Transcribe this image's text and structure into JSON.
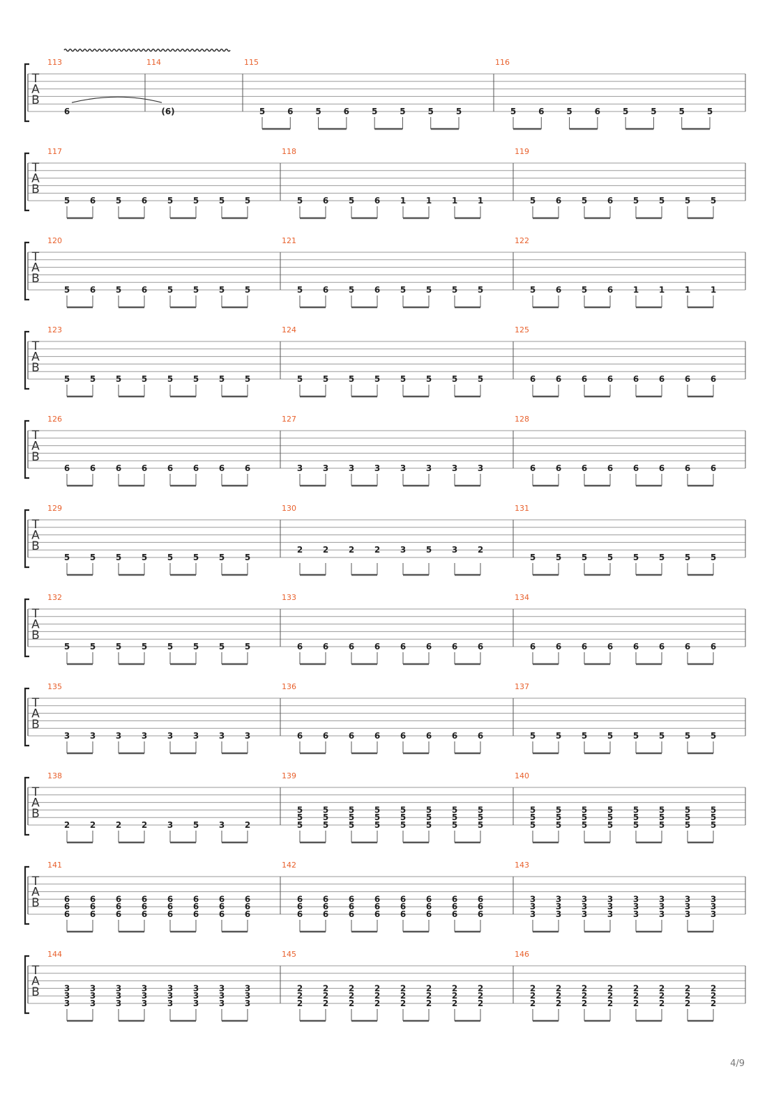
{
  "page": {
    "number": "4/9"
  },
  "colors": {
    "measure_number": "#e8602c",
    "staff_line": "#9a9a9a",
    "note": "#222222",
    "beam": "#555555"
  },
  "clef_letters": [
    "T",
    "A",
    "B"
  ],
  "systems": [
    {
      "measures": [
        {
          "number": "113",
          "tie_vibrato": true,
          "notes": [
            [
              "6"
            ]
          ]
        },
        {
          "number": "114",
          "notes": [
            [
              "(6)"
            ]
          ]
        },
        {
          "number": "115",
          "notes": [
            [
              "5"
            ],
            [
              "6"
            ],
            [
              "5"
            ],
            [
              "6"
            ],
            [
              "5"
            ],
            [
              "5"
            ],
            [
              "5"
            ],
            [
              "5"
            ]
          ]
        },
        {
          "number": "116",
          "notes": [
            [
              "5"
            ],
            [
              "6"
            ],
            [
              "5"
            ],
            [
              "6"
            ],
            [
              "5"
            ],
            [
              "5"
            ],
            [
              "5"
            ],
            [
              "5"
            ]
          ]
        }
      ]
    },
    {
      "measures": [
        {
          "number": "117",
          "notes": [
            [
              "5"
            ],
            [
              "6"
            ],
            [
              "5"
            ],
            [
              "6"
            ],
            [
              "5"
            ],
            [
              "5"
            ],
            [
              "5"
            ],
            [
              "5"
            ]
          ]
        },
        {
          "number": "118",
          "notes": [
            [
              "5"
            ],
            [
              "6"
            ],
            [
              "5"
            ],
            [
              "6"
            ],
            [
              "1"
            ],
            [
              "1"
            ],
            [
              "1"
            ],
            [
              "1"
            ]
          ]
        },
        {
          "number": "119",
          "notes": [
            [
              "5"
            ],
            [
              "6"
            ],
            [
              "5"
            ],
            [
              "6"
            ],
            [
              "5"
            ],
            [
              "5"
            ],
            [
              "5"
            ],
            [
              "5"
            ]
          ]
        }
      ]
    },
    {
      "measures": [
        {
          "number": "120",
          "notes": [
            [
              "5"
            ],
            [
              "6"
            ],
            [
              "5"
            ],
            [
              "6"
            ],
            [
              "5"
            ],
            [
              "5"
            ],
            [
              "5"
            ],
            [
              "5"
            ]
          ]
        },
        {
          "number": "121",
          "notes": [
            [
              "5"
            ],
            [
              "6"
            ],
            [
              "5"
            ],
            [
              "6"
            ],
            [
              "5"
            ],
            [
              "5"
            ],
            [
              "5"
            ],
            [
              "5"
            ]
          ]
        },
        {
          "number": "122",
          "notes": [
            [
              "5"
            ],
            [
              "6"
            ],
            [
              "5"
            ],
            [
              "6"
            ],
            [
              "1"
            ],
            [
              "1"
            ],
            [
              "1"
            ],
            [
              "1"
            ]
          ]
        }
      ]
    },
    {
      "measures": [
        {
          "number": "123",
          "notes": [
            [
              "5"
            ],
            [
              "5"
            ],
            [
              "5"
            ],
            [
              "5"
            ],
            [
              "5"
            ],
            [
              "5"
            ],
            [
              "5"
            ],
            [
              "5"
            ]
          ]
        },
        {
          "number": "124",
          "notes": [
            [
              "5"
            ],
            [
              "5"
            ],
            [
              "5"
            ],
            [
              "5"
            ],
            [
              "5"
            ],
            [
              "5"
            ],
            [
              "5"
            ],
            [
              "5"
            ]
          ]
        },
        {
          "number": "125",
          "notes": [
            [
              "6"
            ],
            [
              "6"
            ],
            [
              "6"
            ],
            [
              "6"
            ],
            [
              "6"
            ],
            [
              "6"
            ],
            [
              "6"
            ],
            [
              "6"
            ]
          ]
        }
      ]
    },
    {
      "measures": [
        {
          "number": "126",
          "notes": [
            [
              "6"
            ],
            [
              "6"
            ],
            [
              "6"
            ],
            [
              "6"
            ],
            [
              "6"
            ],
            [
              "6"
            ],
            [
              "6"
            ],
            [
              "6"
            ]
          ]
        },
        {
          "number": "127",
          "notes": [
            [
              "3"
            ],
            [
              "3"
            ],
            [
              "3"
            ],
            [
              "3"
            ],
            [
              "3"
            ],
            [
              "3"
            ],
            [
              "3"
            ],
            [
              "3"
            ]
          ]
        },
        {
          "number": "128",
          "notes": [
            [
              "6"
            ],
            [
              "6"
            ],
            [
              "6"
            ],
            [
              "6"
            ],
            [
              "6"
            ],
            [
              "6"
            ],
            [
              "6"
            ],
            [
              "6"
            ]
          ]
        }
      ]
    },
    {
      "measures": [
        {
          "number": "129",
          "notes": [
            [
              "5"
            ],
            [
              "5"
            ],
            [
              "5"
            ],
            [
              "5"
            ],
            [
              "5"
            ],
            [
              "5"
            ],
            [
              "5"
            ],
            [
              "5"
            ]
          ]
        },
        {
          "number": "130",
          "notes": [
            [
              "2"
            ],
            [
              "2"
            ],
            [
              "2"
            ],
            [
              "2"
            ],
            [
              "3"
            ],
            [
              "5"
            ],
            [
              "3"
            ],
            [
              "2"
            ]
          ],
          "string": 5
        },
        {
          "number": "131",
          "notes": [
            [
              "5"
            ],
            [
              "5"
            ],
            [
              "5"
            ],
            [
              "5"
            ],
            [
              "5"
            ],
            [
              "5"
            ],
            [
              "5"
            ],
            [
              "5"
            ]
          ]
        }
      ]
    },
    {
      "measures": [
        {
          "number": "132",
          "notes": [
            [
              "5"
            ],
            [
              "5"
            ],
            [
              "5"
            ],
            [
              "5"
            ],
            [
              "5"
            ],
            [
              "5"
            ],
            [
              "5"
            ],
            [
              "5"
            ]
          ]
        },
        {
          "number": "133",
          "notes": [
            [
              "6"
            ],
            [
              "6"
            ],
            [
              "6"
            ],
            [
              "6"
            ],
            [
              "6"
            ],
            [
              "6"
            ],
            [
              "6"
            ],
            [
              "6"
            ]
          ]
        },
        {
          "number": "134",
          "notes": [
            [
              "6"
            ],
            [
              "6"
            ],
            [
              "6"
            ],
            [
              "6"
            ],
            [
              "6"
            ],
            [
              "6"
            ],
            [
              "6"
            ],
            [
              "6"
            ]
          ]
        }
      ]
    },
    {
      "measures": [
        {
          "number": "135",
          "notes": [
            [
              "3"
            ],
            [
              "3"
            ],
            [
              "3"
            ],
            [
              "3"
            ],
            [
              "3"
            ],
            [
              "3"
            ],
            [
              "3"
            ],
            [
              "3"
            ]
          ]
        },
        {
          "number": "136",
          "notes": [
            [
              "6"
            ],
            [
              "6"
            ],
            [
              "6"
            ],
            [
              "6"
            ],
            [
              "6"
            ],
            [
              "6"
            ],
            [
              "6"
            ],
            [
              "6"
            ]
          ]
        },
        {
          "number": "137",
          "notes": [
            [
              "5"
            ],
            [
              "5"
            ],
            [
              "5"
            ],
            [
              "5"
            ],
            [
              "5"
            ],
            [
              "5"
            ],
            [
              "5"
            ],
            [
              "5"
            ]
          ]
        }
      ]
    },
    {
      "measures": [
        {
          "number": "138",
          "notes": [
            [
              "2"
            ],
            [
              "2"
            ],
            [
              "2"
            ],
            [
              "2"
            ],
            [
              "3"
            ],
            [
              "5"
            ],
            [
              "3"
            ],
            [
              "2"
            ]
          ]
        },
        {
          "number": "139",
          "notes": [
            [
              "5",
              "5",
              "5"
            ],
            [
              "5",
              "5",
              "5"
            ],
            [
              "5",
              "5",
              "5"
            ],
            [
              "5",
              "5",
              "5"
            ],
            [
              "5",
              "5",
              "5"
            ],
            [
              "5",
              "5",
              "5"
            ],
            [
              "5",
              "5",
              "5"
            ],
            [
              "5",
              "5",
              "5"
            ]
          ]
        },
        {
          "number": "140",
          "notes": [
            [
              "5",
              "5",
              "5"
            ],
            [
              "5",
              "5",
              "5"
            ],
            [
              "5",
              "5",
              "5"
            ],
            [
              "5",
              "5",
              "5"
            ],
            [
              "5",
              "5",
              "5"
            ],
            [
              "5",
              "5",
              "5"
            ],
            [
              "5",
              "5",
              "5"
            ],
            [
              "5",
              "5",
              "5"
            ]
          ]
        }
      ]
    },
    {
      "measures": [
        {
          "number": "141",
          "notes": [
            [
              "6",
              "6",
              "6"
            ],
            [
              "6",
              "6",
              "6"
            ],
            [
              "6",
              "6",
              "6"
            ],
            [
              "6",
              "6",
              "6"
            ],
            [
              "6",
              "6",
              "6"
            ],
            [
              "6",
              "6",
              "6"
            ],
            [
              "6",
              "6",
              "6"
            ],
            [
              "6",
              "6",
              "6"
            ]
          ]
        },
        {
          "number": "142",
          "notes": [
            [
              "6",
              "6",
              "6"
            ],
            [
              "6",
              "6",
              "6"
            ],
            [
              "6",
              "6",
              "6"
            ],
            [
              "6",
              "6",
              "6"
            ],
            [
              "6",
              "6",
              "6"
            ],
            [
              "6",
              "6",
              "6"
            ],
            [
              "6",
              "6",
              "6"
            ],
            [
              "6",
              "6",
              "6"
            ]
          ]
        },
        {
          "number": "143",
          "notes": [
            [
              "3",
              "3",
              "3"
            ],
            [
              "3",
              "3",
              "3"
            ],
            [
              "3",
              "3",
              "3"
            ],
            [
              "3",
              "3",
              "3"
            ],
            [
              "3",
              "3",
              "3"
            ],
            [
              "3",
              "3",
              "3"
            ],
            [
              "3",
              "3",
              "3"
            ],
            [
              "3",
              "3",
              "3"
            ]
          ]
        }
      ]
    },
    {
      "measures": [
        {
          "number": "144",
          "notes": [
            [
              "3",
              "3",
              "3"
            ],
            [
              "3",
              "3",
              "3"
            ],
            [
              "3",
              "3",
              "3"
            ],
            [
              "3",
              "3",
              "3"
            ],
            [
              "3",
              "3",
              "3"
            ],
            [
              "3",
              "3",
              "3"
            ],
            [
              "3",
              "3",
              "3"
            ],
            [
              "3",
              "3",
              "3"
            ]
          ]
        },
        {
          "number": "145",
          "notes": [
            [
              "2",
              "2",
              "2"
            ],
            [
              "2",
              "2",
              "2"
            ],
            [
              "2",
              "2",
              "2"
            ],
            [
              "2",
              "2",
              "2"
            ],
            [
              "2",
              "2",
              "2"
            ],
            [
              "2",
              "2",
              "2"
            ],
            [
              "2",
              "2",
              "2"
            ],
            [
              "2",
              "2",
              "2"
            ]
          ]
        },
        {
          "number": "146",
          "notes": [
            [
              "2",
              "2",
              "2"
            ],
            [
              "2",
              "2",
              "2"
            ],
            [
              "2",
              "2",
              "2"
            ],
            [
              "2",
              "2",
              "2"
            ],
            [
              "2",
              "2",
              "2"
            ],
            [
              "2",
              "2",
              "2"
            ],
            [
              "2",
              "2",
              "2"
            ],
            [
              "2",
              "2",
              "2"
            ]
          ]
        }
      ]
    }
  ]
}
